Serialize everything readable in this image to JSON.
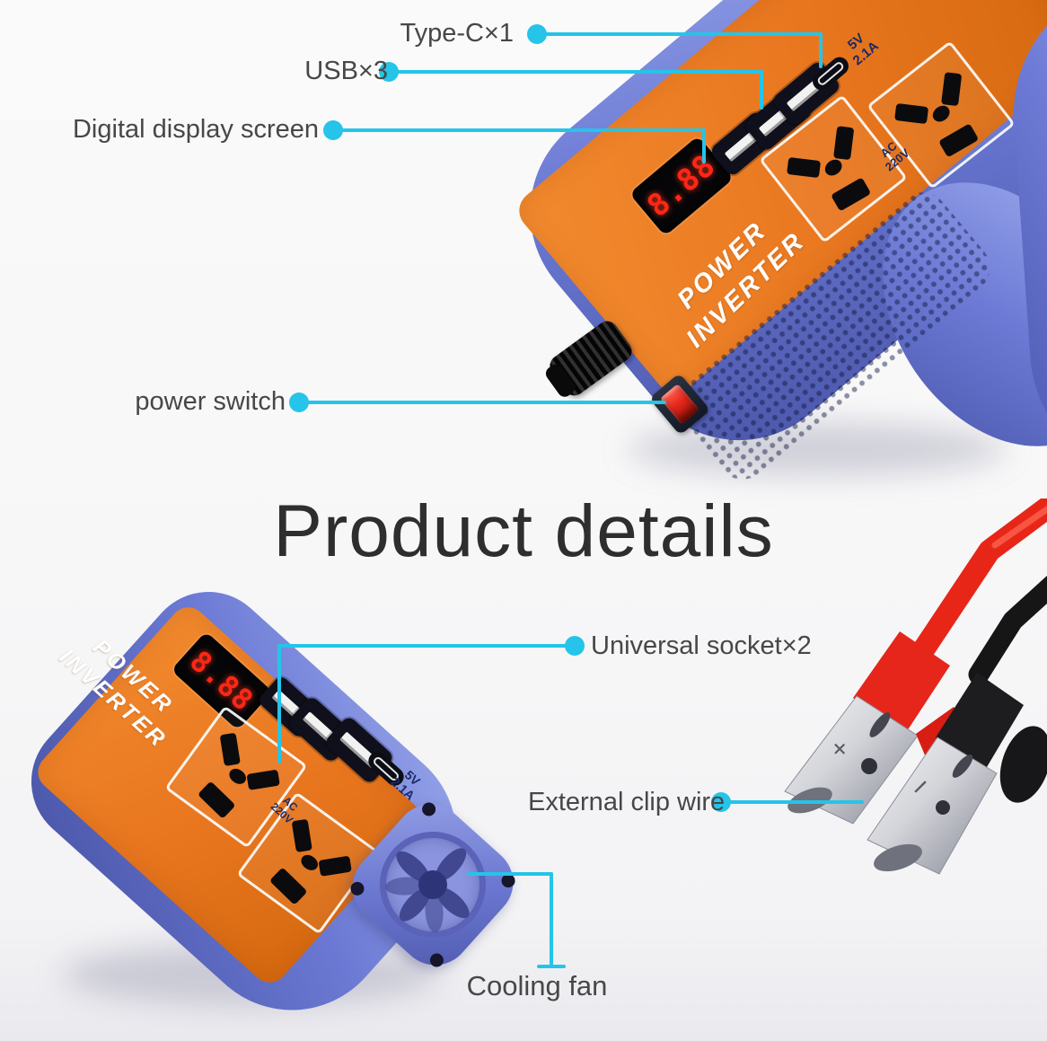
{
  "title": "Product details",
  "callouts": {
    "type_c": {
      "label": "Type-C×1"
    },
    "usb": {
      "label": "USB×3"
    },
    "display": {
      "label": "Digital display screen"
    },
    "power_switch": {
      "label": "power switch"
    },
    "universal_socket": {
      "label": "Universal socket×2"
    },
    "external_clip": {
      "label": "External clip wire"
    },
    "cooling_fan": {
      "label": "Cooling fan"
    }
  },
  "device": {
    "brand_line1": "POWER",
    "brand_line2": "INVERTER",
    "display_value": "8.88",
    "usb_output_line1": "5V",
    "usb_output_line2": "2.1A",
    "ac_output_line1": "AC",
    "ac_output_line2": "220V"
  },
  "clips": {
    "positive_mark": "+",
    "negative_mark": "−"
  },
  "colors": {
    "accent_cyan": "#25c4e8",
    "device_orange": "#e8761f",
    "device_blue": "#6b79d4",
    "led_red": "#ff2616",
    "label_text": "#474747",
    "wire_red": "#e82618",
    "wire_black": "#161616"
  }
}
